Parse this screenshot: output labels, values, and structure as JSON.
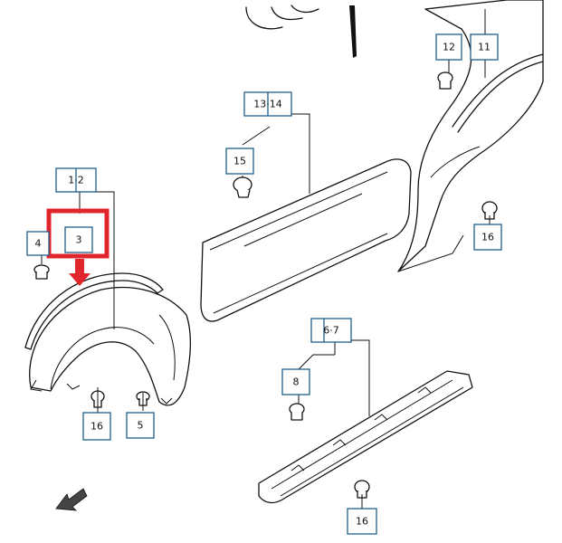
{
  "colors": {
    "line": "#111111",
    "callout_border": "#1f5f8b",
    "highlight": "#e0262c",
    "background": "#ffffff"
  },
  "callouts": [
    {
      "id": "c1-2",
      "text": "1·2",
      "highlighted": false
    },
    {
      "id": "c3",
      "text": "3",
      "highlighted": true
    },
    {
      "id": "c4",
      "text": "4",
      "highlighted": false
    },
    {
      "id": "c5",
      "text": "5",
      "highlighted": false
    },
    {
      "id": "c6-7",
      "text": "6·7",
      "highlighted": false
    },
    {
      "id": "c8",
      "text": "8",
      "highlighted": false
    },
    {
      "id": "c11",
      "text": "11",
      "highlighted": false
    },
    {
      "id": "c12",
      "text": "12",
      "highlighted": false
    },
    {
      "id": "c13-14",
      "text": "13·14",
      "highlighted": false
    },
    {
      "id": "c15",
      "text": "15",
      "highlighted": false
    },
    {
      "id": "c16a",
      "text": "16",
      "highlighted": false
    },
    {
      "id": "c16b",
      "text": "16",
      "highlighted": false
    },
    {
      "id": "c16c",
      "text": "16",
      "highlighted": false
    }
  ]
}
